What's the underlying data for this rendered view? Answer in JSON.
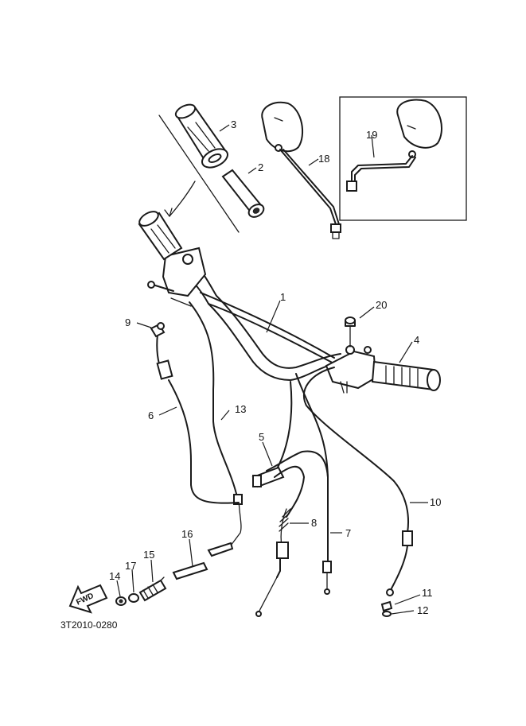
{
  "callouts": {
    "c1": "1",
    "c2": "2",
    "c3": "3",
    "c4": "4",
    "c5": "5",
    "c6": "6",
    "c7": "7",
    "c8": "8",
    "c9": "9",
    "c10": "10",
    "c11": "11",
    "c12": "12",
    "c13": "13",
    "c14": "14",
    "c15": "15",
    "c16": "16",
    "c17": "17",
    "c18": "18",
    "c19": "19",
    "c20": "20"
  },
  "direction_arrow": {
    "label": "FWD"
  },
  "drawing_code": "3T2010-0280",
  "colors": {
    "line": "#1a1a1a",
    "background": "#ffffff"
  }
}
